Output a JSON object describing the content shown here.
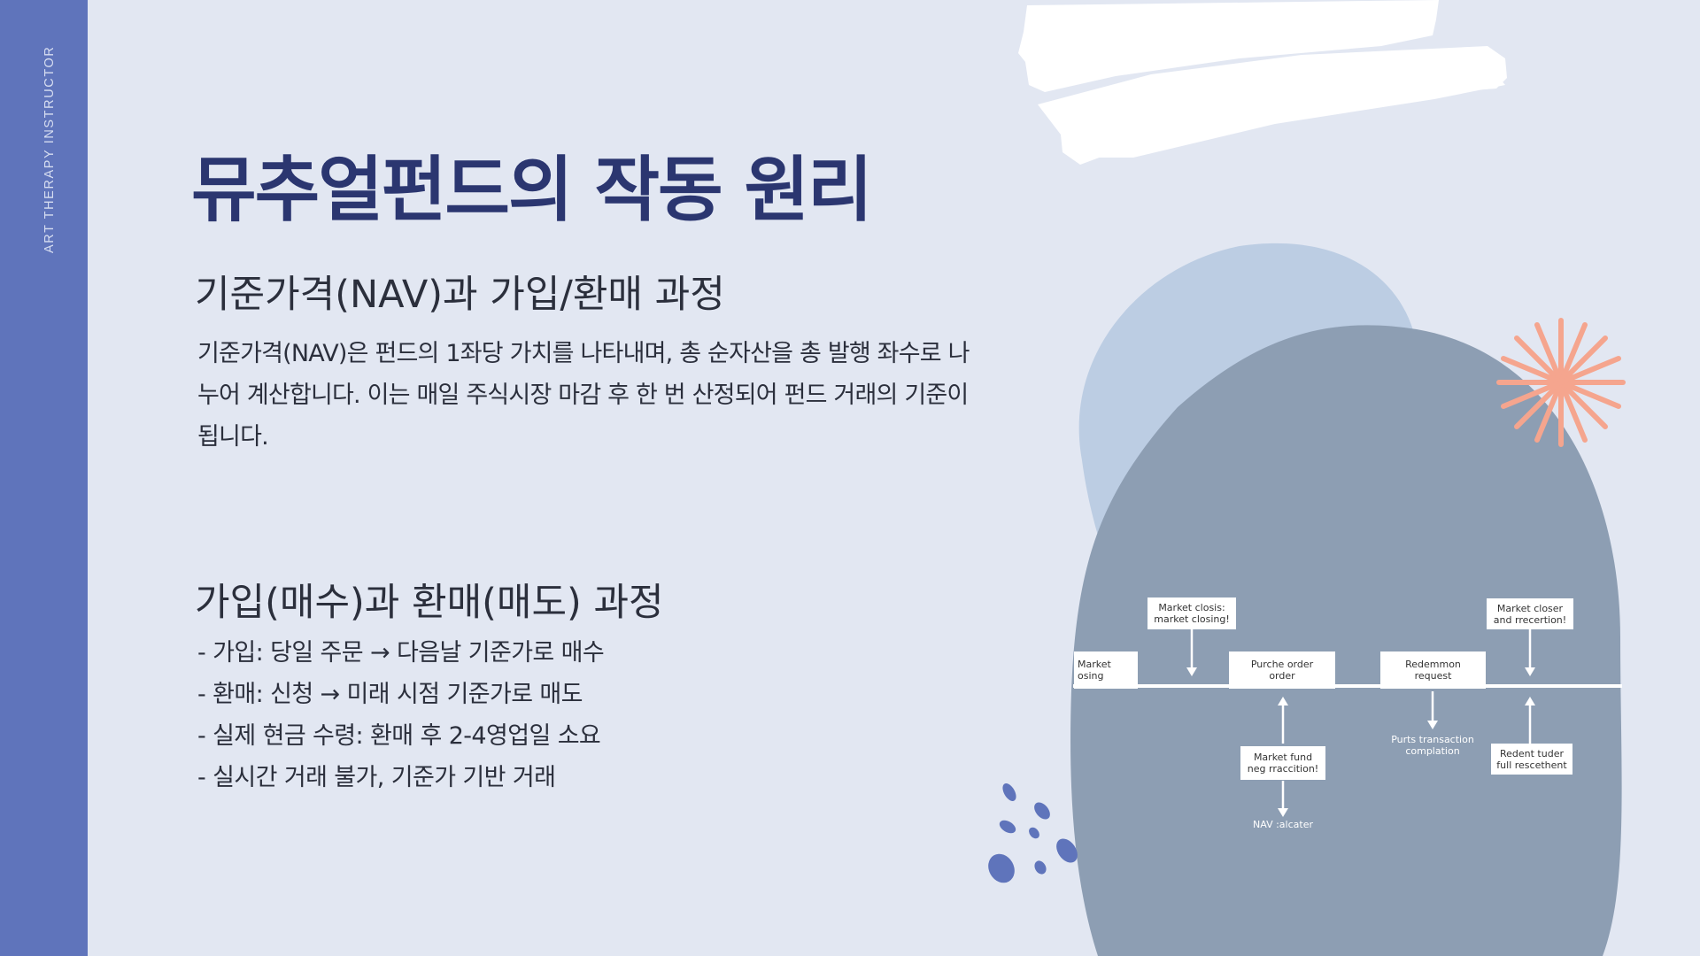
{
  "sidebar": {
    "label": "ART THERAPY INSTRUCTOR"
  },
  "title": "뮤추얼펀드의 작동 원리",
  "nav_section": {
    "heading": "기준가격(NAV)과 가입/환매 과정",
    "body": "기준가격(NAV)은 펀드의 1좌당 가치를 나타내며, 총 순자산을 총 발행 좌수로 나누어 계산합니다. 이는 매일 주식시장 마감 후 한 번 산정되어 펀드 거래의 기준이 됩니다."
  },
  "trade_section": {
    "heading": "가입(매수)과 환매(매도) 과정",
    "bullets": [
      "- 가입: 당일 주문 → 다음날 기준가로 매수",
      "- 환매: 신청 → 미래 시점 기준가로 매도",
      "- 실제 현금 수령: 환매 후 2-4영업일 소요",
      "- 실시간 거래 불가, 기준가 기반 거래"
    ]
  },
  "diagram": {
    "market_closing_top": "Market closis:\nmarket closing!",
    "market_closer_top": "Market closer\nand rrecertion!",
    "market_closing_left": "Market\nosing",
    "purchase_order": "Purche order\norder",
    "redemption_request": "Redemmon\nrequest",
    "market_fund": "Market fund\nneg rraccition!",
    "purts_transaction": "Purts transaction\ncomplation",
    "redent_tuder": "Redent tuder\nfull rescethent",
    "nav_calc": "NAV :alcater"
  },
  "colors": {
    "sidebar": "#5f74bb",
    "background": "#e2e7f2",
    "title": "#2b3670",
    "blob_light": "#bccde3",
    "blob_dark": "#8d9eb3",
    "starburst": "#f5a58e"
  }
}
